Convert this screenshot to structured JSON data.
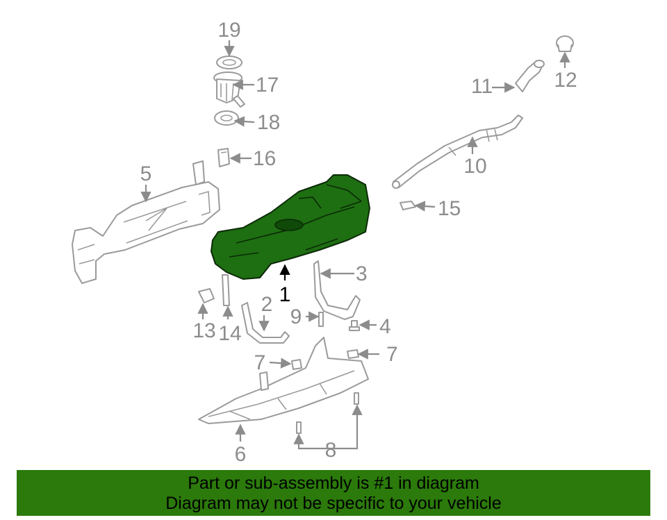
{
  "colors": {
    "highlight": "#1e6e12",
    "banner": "#2b7a0b",
    "linework": "#9a9a9a"
  },
  "callouts": {
    "c1": "1",
    "c2": "2",
    "c3": "3",
    "c4": "4",
    "c5": "5",
    "c6": "6",
    "c7a": "7",
    "c7b": "7",
    "c8": "8",
    "c9": "9",
    "c10": "10",
    "c11": "11",
    "c12": "12",
    "c13": "13",
    "c14": "14",
    "c15": "15",
    "c16": "16",
    "c17": "17",
    "c18": "18",
    "c19": "19"
  },
  "banner": {
    "line1": "Part or sub-assembly is #1 in diagram",
    "line2": "Diagram may not be specific to your vehicle"
  }
}
